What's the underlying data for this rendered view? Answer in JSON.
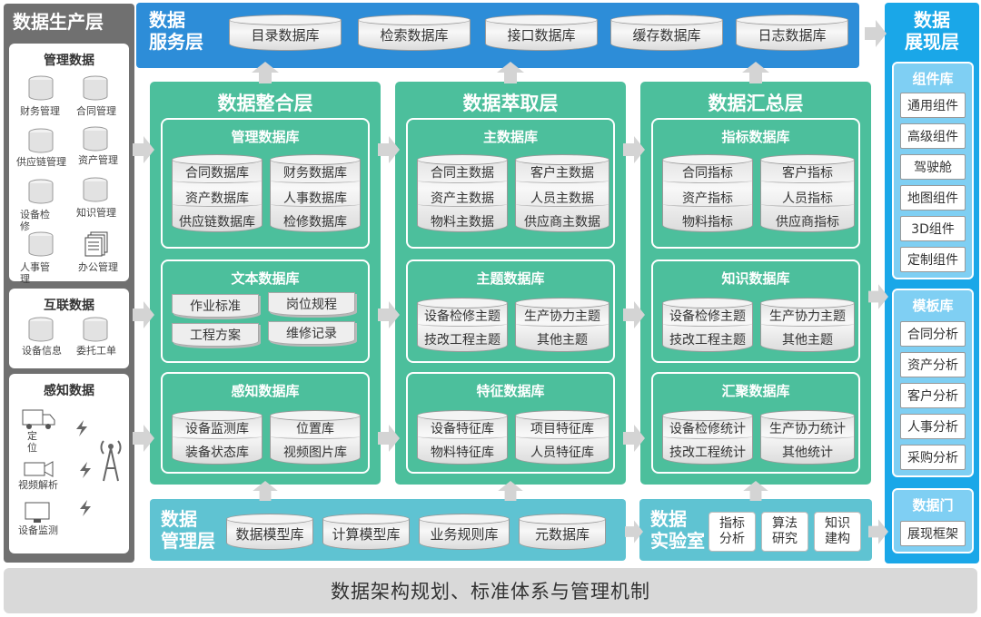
{
  "production": {
    "title": "数据生产层",
    "management": {
      "title": "管理数据",
      "items": [
        "财务管理",
        "合同管理",
        "供应链管理",
        "资产管理",
        "设备检修",
        "知识管理",
        "人事管理",
        "办公管理"
      ]
    },
    "internet": {
      "title": "互联数据",
      "items": [
        "设备信息",
        "委托工单"
      ]
    },
    "sensing": {
      "title": "感知数据",
      "items": [
        "定位",
        "视频解析",
        "设备监测"
      ]
    }
  },
  "service": {
    "title_line1": "数据",
    "title_line2": "服务层",
    "items": [
      "目录数据库",
      "检索数据库",
      "接口数据库",
      "缓存数据库",
      "日志数据库"
    ]
  },
  "integration": {
    "title": "数据整合层",
    "management_db": {
      "title": "管理数据库",
      "left": [
        "合同数据库",
        "资产数据库",
        "供应链数据库"
      ],
      "right": [
        "财务数据库",
        "人事数据库",
        "检修数据库"
      ]
    },
    "text_db": {
      "title": "文本数据库",
      "items": [
        "作业标准",
        "岗位规程",
        "工程方案",
        "维修记录"
      ]
    },
    "sensing_db": {
      "title": "感知数据库",
      "left": [
        "设备监测库",
        "装备状态库"
      ],
      "right": [
        "位置库",
        "视频图片库"
      ]
    }
  },
  "extraction": {
    "title": "数据萃取层",
    "master_db": {
      "title": "主数据库",
      "left": [
        "合同主数据",
        "资产主数据",
        "物料主数据"
      ],
      "right": [
        "客户主数据",
        "人员主数据",
        "供应商主数据"
      ]
    },
    "topic_db": {
      "title": "主题数据库",
      "left": [
        "设备检修主题",
        "技改工程主题"
      ],
      "right": [
        "生产协力主题",
        "其他主题"
      ]
    },
    "feature_db": {
      "title": "特征数据库",
      "left": [
        "设备特征库",
        "物料特征库"
      ],
      "right": [
        "项目特征库",
        "人员特征库"
      ]
    }
  },
  "summary": {
    "title": "数据汇总层",
    "indicator_db": {
      "title": "指标数据库",
      "left": [
        "合同指标",
        "资产指标",
        "物料指标"
      ],
      "right": [
        "客户指标",
        "人员指标",
        "供应商指标"
      ]
    },
    "knowledge_db": {
      "title": "知识数据库",
      "left": [
        "设备检修主题",
        "技改工程主题"
      ],
      "right": [
        "生产协力主题",
        "其他主题"
      ]
    },
    "aggregate_db": {
      "title": "汇聚数据库",
      "left": [
        "设备检修统计",
        "技改工程统计"
      ],
      "right": [
        "生产协力统计",
        "其他统计"
      ]
    }
  },
  "management_layer": {
    "title_line1": "数据",
    "title_line2": "管理层",
    "items": [
      "数据模型库",
      "计算模型库",
      "业务规则库",
      "元数据库"
    ]
  },
  "lab": {
    "title_line1": "数据",
    "title_line2": "实验室",
    "items": [
      [
        "指标",
        "分析"
      ],
      [
        "算法",
        "研究"
      ],
      [
        "知识",
        "建构"
      ]
    ]
  },
  "display": {
    "title_line1": "数据",
    "title_line2": "展现层",
    "components": {
      "title": "组件库",
      "items": [
        "通用组件",
        "高级组件",
        "驾驶舱",
        "地图组件",
        "3D组件",
        "定制组件"
      ]
    },
    "templates": {
      "title": "模板库",
      "items": [
        "合同分析",
        "资产分析",
        "客户分析",
        "人事分析",
        "采购分析"
      ]
    },
    "portal": {
      "title": "数据门",
      "items": [
        "展现框架"
      ]
    }
  },
  "footer": "数据架构规划、标准体系与管理机制",
  "colors": {
    "production": "#707070",
    "service": "#2d8dd8",
    "green_layers": "#4cbf9c",
    "management_layer": "#5fc3d2",
    "display": "#1aa7e8",
    "footer": "#d9d9d9",
    "arrow": "#d4d4d4"
  }
}
